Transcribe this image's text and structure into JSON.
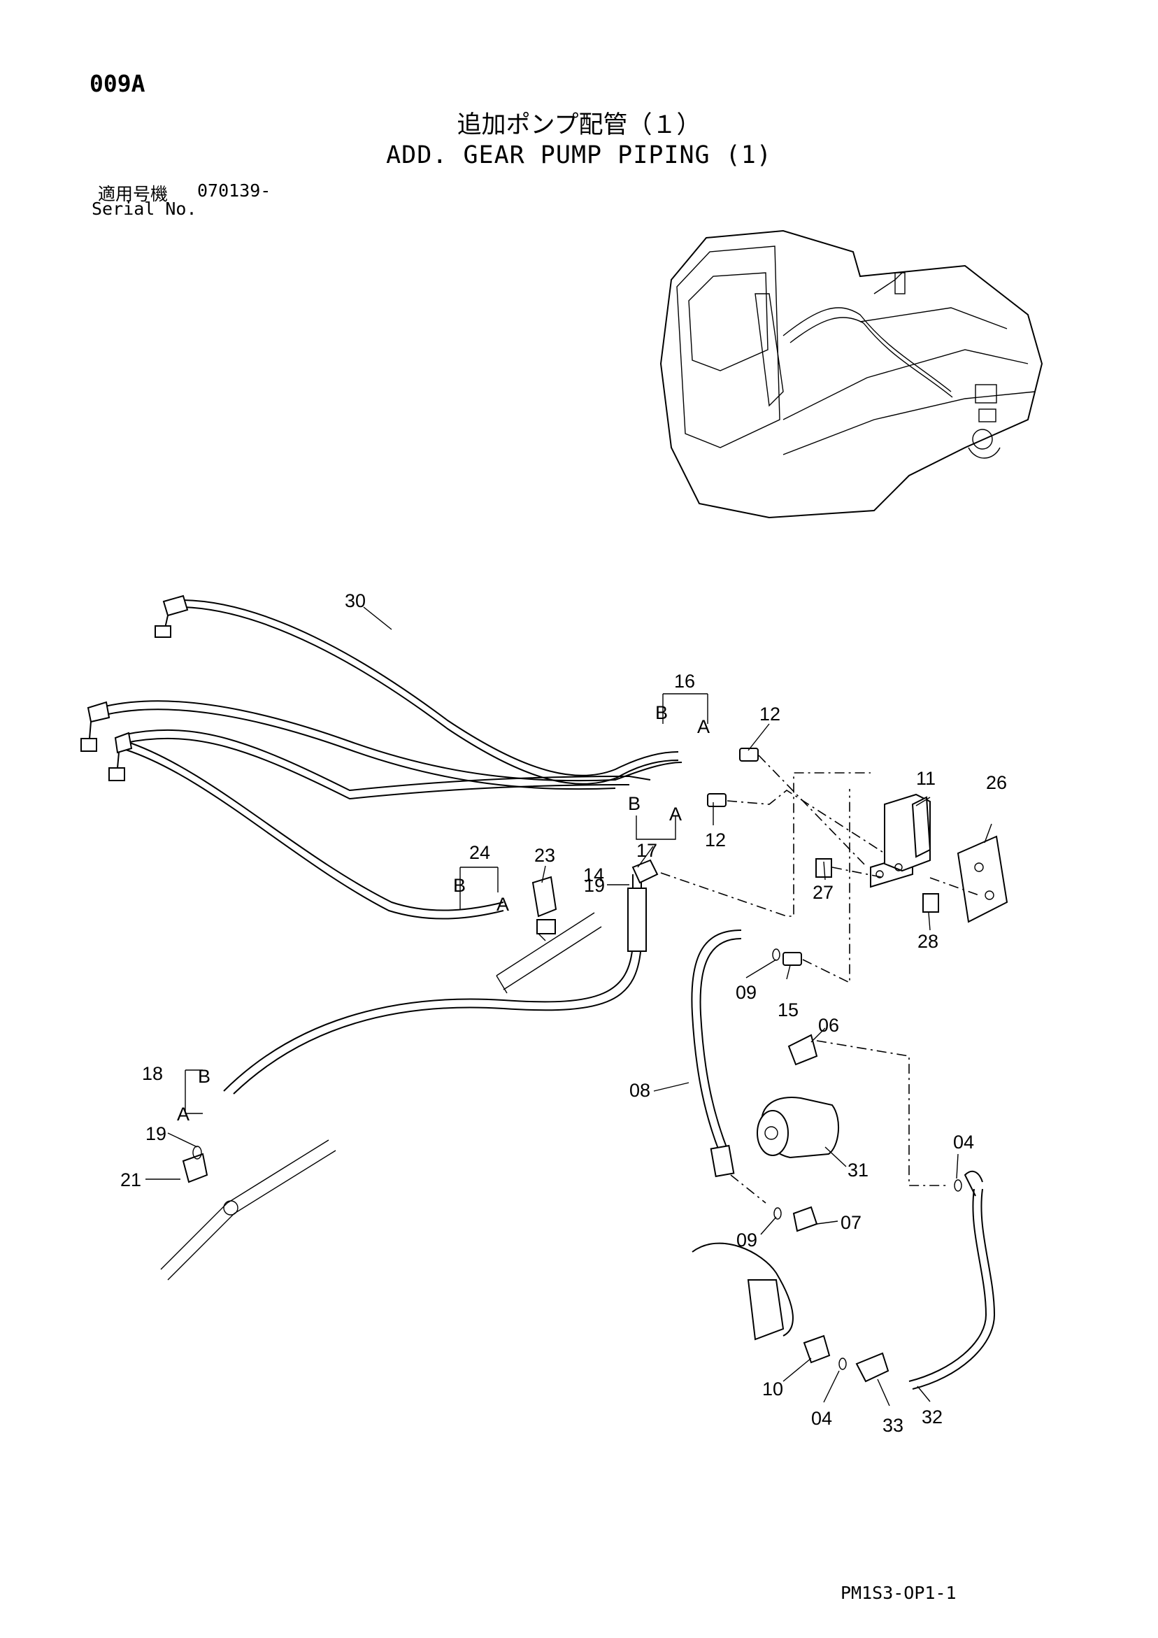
{
  "header": {
    "page_code": "009A",
    "title_ja": "追加ポンプ配管（１）",
    "title_en": "ADD. GEAR PUMP PIPING (1)",
    "serial_label_ja": "適用号機",
    "serial_value": "070139-",
    "serial_label_en": "Serial No."
  },
  "footer": {
    "drawing_code": "PM1S3-OP1-1"
  },
  "callouts": {
    "c30": "30",
    "c16": "16",
    "c16b": "B",
    "c16a": "A",
    "c12a": "12",
    "c12b": "12",
    "c11": "11",
    "c26": "26",
    "c17": "17",
    "c17b": "B",
    "c17a": "A",
    "c24": "24",
    "c24b": "B",
    "c24a": "A",
    "c23": "23",
    "c14": "14",
    "c19a": "19",
    "c27": "27",
    "c28": "28",
    "c09a": "09",
    "c15": "15",
    "c06": "06",
    "c18": "18",
    "c18b": "B",
    "c18a": "A",
    "c08": "08",
    "c19b": "19",
    "c21": "21",
    "c31": "31",
    "c04a": "04",
    "c09b": "09",
    "c07": "07",
    "c10": "10",
    "c04b": "04",
    "c33": "33",
    "c32": "32"
  }
}
